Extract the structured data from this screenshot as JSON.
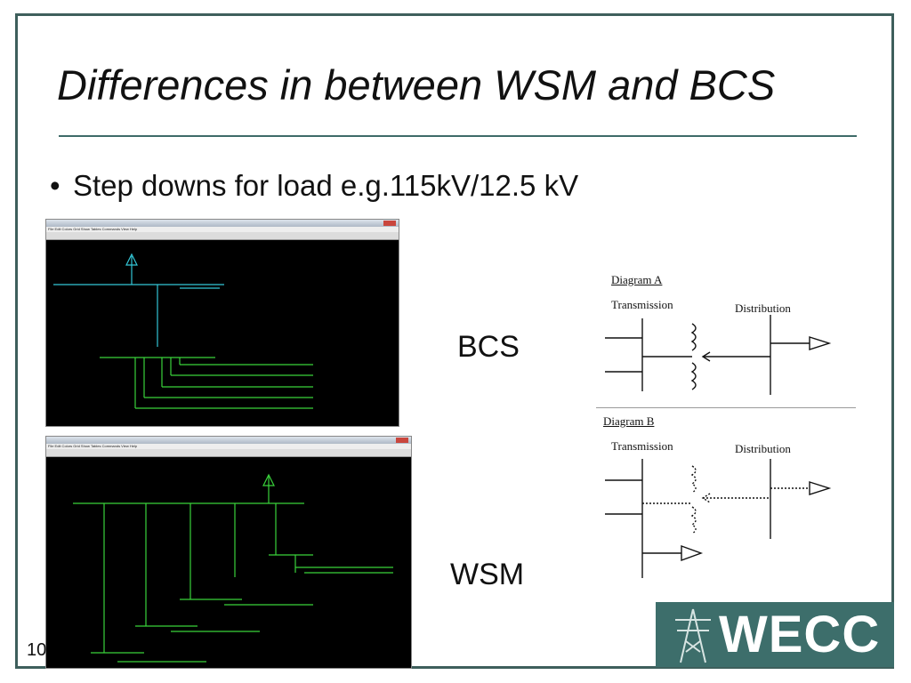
{
  "slide": {
    "title": "Differences in between WSM and BCS",
    "bullet": "Step downs for load e.g.115kV/12.5 kV",
    "label_bcs": "BCS",
    "label_wsm": "WSM",
    "page_number": "10"
  },
  "diagram_a": {
    "title": "Diagram A",
    "transmission": "Transmission",
    "distribution": "Distribution"
  },
  "diagram_b": {
    "title": "Diagram B",
    "transmission": "Transmission",
    "distribution": "Distribution"
  },
  "logo": {
    "text": "WECC"
  },
  "screenshot_bcs": {
    "menu": "File  Edit  Colors  Grid  Show  Tables  Commands  View  Help"
  },
  "screenshot_wsm": {
    "menu": "File  Edit  Colors  Grid  Show  Tables  Commands  View  Help"
  },
  "colors": {
    "frame": "#3e5f5c",
    "logo_bg": "#3d6e6b",
    "bus_cyan": "#33c6d6",
    "bus_green": "#39d23b"
  }
}
